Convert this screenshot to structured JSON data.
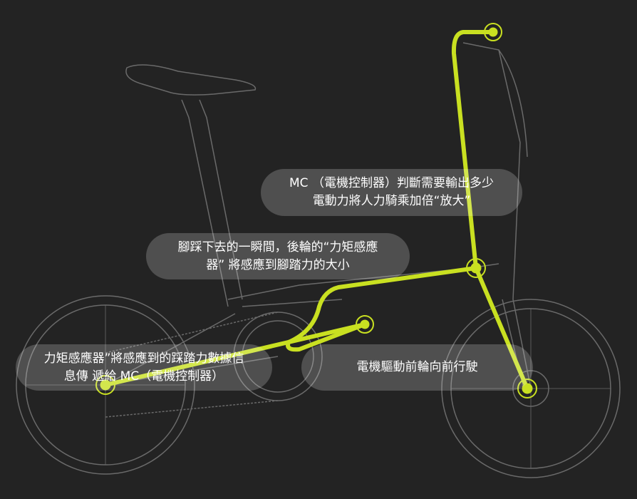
{
  "colors": {
    "background": "#232323",
    "accent": "#c9e021",
    "outline": "#6a6a6a"
  },
  "callouts": {
    "controller": {
      "line1": "MC （電機控制器）判斷需要輸出多少",
      "line2": "電動力將人力騎乘加倍“放大”"
    },
    "pedal": {
      "line1": "腳踩下去的一瞬間，後輪的“力矩感應",
      "line2": "器” 將感應到腳踏力的大小"
    },
    "sensor": {
      "line1": "力矩感應器”將感應到的踩踏力數據信",
      "line2": "息傳 遞給 MC（電機控制器）"
    },
    "motor": {
      "line1": "電機驅動前輪向前行駛"
    }
  }
}
